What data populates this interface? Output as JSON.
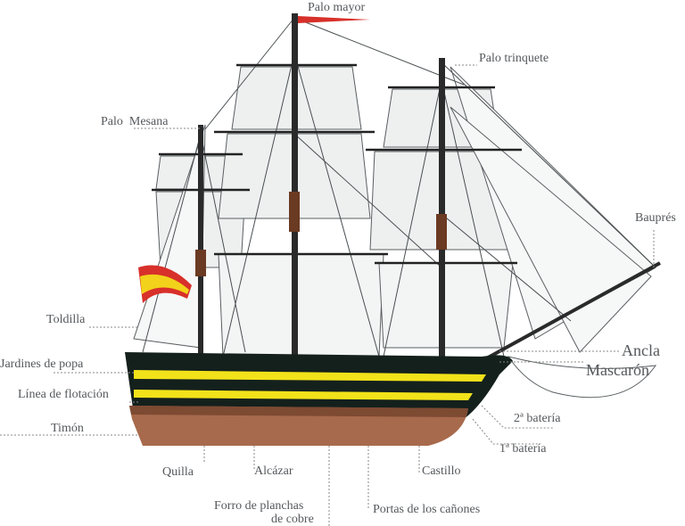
{
  "title": "Partes de un navío de línea",
  "labels": {
    "palo_mayor": "Palo mayor",
    "palo_trinquete": "Palo trinquete",
    "palo_mesana": "Palo  Mesana",
    "bauprés": "Bauprés",
    "toldilla": "Toldilla",
    "jardines": "Jardines de popa",
    "ancla": "Ancla",
    "mascaron": "Mascarón",
    "flotacion": "Línea de flotación",
    "bateria2": "2ª batería",
    "timon": "Timón",
    "bateria1": "1ª batería",
    "quilla": "Quilla",
    "alcazar": "Alcázar",
    "castillo": "Castillo",
    "forro_1": "Forro de planchas",
    "forro_2": "de cobre",
    "portas": "Portas de los cañones"
  },
  "colors": {
    "hull_top": "#14201c",
    "stripe": "#f2e21a",
    "copper": "#a86a4c",
    "sail": "#eef0f0",
    "rigging": "#4a4f52",
    "label": "#55595c",
    "pennant": "#d8302a"
  }
}
